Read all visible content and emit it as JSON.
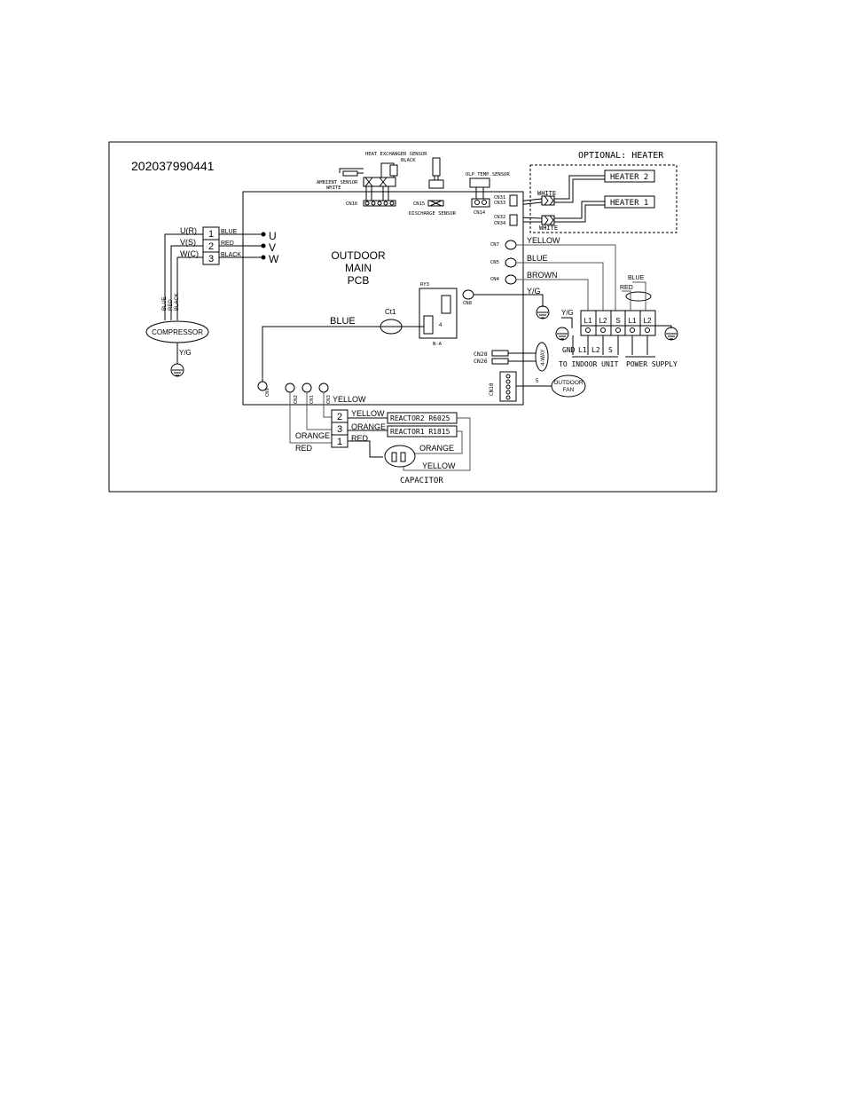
{
  "diagram": {
    "doc_number": "202037990441",
    "optional_heater": "OPTIONAL: HEATER",
    "heater2": "HEATER 2",
    "heater1": "HEATER 1",
    "white": "WHITE",
    "heat_exchanger_sensor": "HEAT EXCHANGER SENSOR",
    "black": "BLACK",
    "ambient_sensor": "AMBIENT SENSOR",
    "discharge_sensor": "DISCHARGE SENSOR",
    "olp_temp_sensor": "OLP TEMP.SENSOR",
    "pcb_line1": "OUTDOOR",
    "pcb_line2": "MAIN",
    "pcb_line3": "PCB",
    "cn16": "CN16",
    "cn15": "CN15",
    "cn14": "CN14",
    "cn31": "CN31",
    "cn33": "CN33",
    "cn32": "CN32",
    "cn34": "CN34",
    "cn7": "CN7",
    "cn5": "CN5",
    "cn4": "CN4",
    "cn8": "CN8",
    "cn28": "CN28",
    "cn26": "CN26",
    "cn10": "CN10",
    "cn2": "CN2",
    "cn1": "CN1",
    "cn3": "CN3",
    "cn9": "CN9",
    "ry3": "RY3",
    "relay_num": "4",
    "na": "N-A",
    "ct1": "Ct1",
    "u": "U",
    "v": "V",
    "w_label": "W",
    "ur": "U(R)",
    "vs": "V(S)",
    "wc": "W(C)",
    "t1": "1",
    "t2": "2",
    "t3": "3",
    "blue": "BLUE",
    "red": "RED",
    "yellow": "YELLOW",
    "brown": "BROWN",
    "orange": "ORANGE",
    "yg": "Y/G",
    "compressor": "COMPRESSOR",
    "four_way": "4-WAY",
    "outdoor_fan_1": "OUTDOOR",
    "outdoor_fan_2": "FAN",
    "fan_num": "5",
    "term_l1": "L1",
    "term_l2": "L2",
    "term_s": "S",
    "gnd": "GND",
    "s_label": "S",
    "to_indoor_unit": "TO INDOOR UNIT",
    "power_supply": "POWER SUPPLY",
    "reactor2": "REACTOR2 R6025",
    "reactor1": "REACTOR1 R1815",
    "capacitor": "CAPACITOR"
  }
}
